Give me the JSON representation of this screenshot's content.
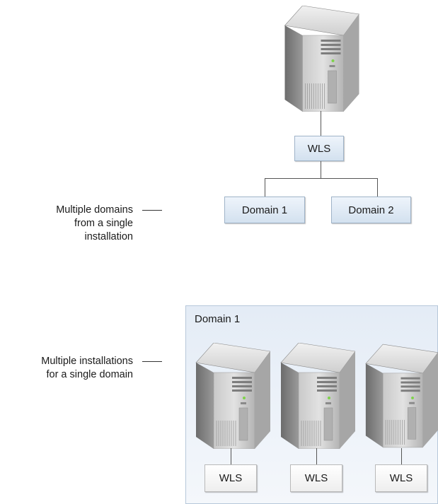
{
  "top_diagram": {
    "annotation": [
      "Multiple domains",
      "from a single",
      "installation"
    ],
    "server_icon": "server-tower-icon",
    "wls_label": "WLS",
    "domains": [
      "Domain 1",
      "Domain 2"
    ]
  },
  "bottom_diagram": {
    "annotation": [
      "Multiple installations",
      "for a single domain"
    ],
    "domain_title": "Domain 1",
    "servers": [
      {
        "icon": "server-tower-icon",
        "wls_label": "WLS"
      },
      {
        "icon": "server-tower-icon",
        "wls_label": "WLS"
      },
      {
        "icon": "server-tower-icon",
        "wls_label": "WLS"
      }
    ]
  },
  "colors": {
    "domain_box": "#d3e1ef",
    "panel": "#e4ecf6",
    "server_body": "#8e8e8e"
  }
}
